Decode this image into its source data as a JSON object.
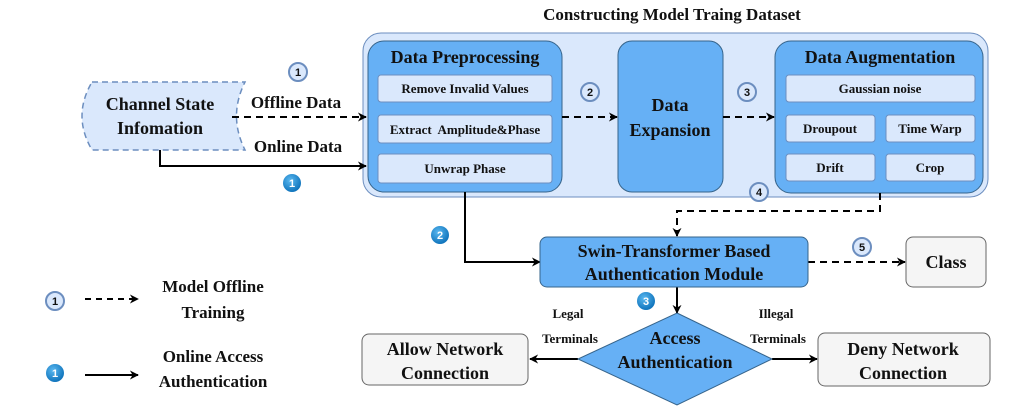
{
  "title": "Constructing Model Traing Dataset",
  "source": {
    "line1": "Channel State",
    "line2": "Infomation"
  },
  "edges": {
    "offline": "Offline Data",
    "online": "Online Data"
  },
  "preprocessing": {
    "title": "Data Preprocessing",
    "items": [
      "Remove Invalid Values",
      "Extract  Amplitude&Phase",
      "Unwrap Phase"
    ]
  },
  "expansion": {
    "line1": "Data",
    "line2": "Expansion"
  },
  "augmentation": {
    "title": "Data Augmentation",
    "items": [
      "Gaussian noise",
      "Droupout",
      "Time Warp",
      "Drift",
      "Crop"
    ]
  },
  "module": {
    "line1": "Swin-Transformer Based",
    "line2": "Authentication Module"
  },
  "class_label": "Class",
  "decision": {
    "line1": "Access",
    "line2": "Authentication"
  },
  "legal": {
    "line1": "Legal",
    "line2": "Terminals"
  },
  "illegal": {
    "line1": "Illegal",
    "line2": "Terminals"
  },
  "allow": {
    "line1": "Allow Network",
    "line2": "Connection"
  },
  "deny": {
    "line1": "Deny Network",
    "line2": "Connection"
  },
  "steps": {
    "offline": [
      "1",
      "2",
      "3",
      "4",
      "5"
    ],
    "online": [
      "1",
      "2",
      "3"
    ]
  },
  "legend": {
    "offline": {
      "num": "1",
      "line1": "Model Offline",
      "line2": "Training"
    },
    "online": {
      "num": "1",
      "line1": "Online Access",
      "line2": "Authentication"
    }
  },
  "colors": {
    "outer": "#dae8fc",
    "box": "#66b0f5",
    "inner": "#dae8fc",
    "gray": "#f5f5f5",
    "badge": "#1a8fd6"
  }
}
